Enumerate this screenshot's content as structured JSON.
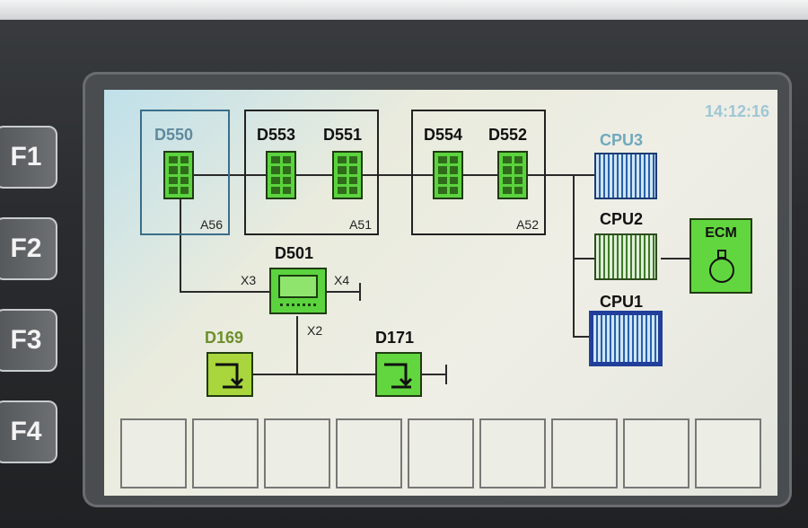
{
  "function_keys": [
    "F1",
    "F2",
    "F3",
    "F4"
  ],
  "screen": {
    "clock": "14:12:16",
    "groups": {
      "a56": {
        "tag": "A56",
        "modules": [
          "D550"
        ]
      },
      "a51": {
        "tag": "A51",
        "modules": [
          "D553",
          "D551"
        ]
      },
      "a52": {
        "tag": "A52",
        "modules": [
          "D554",
          "D552"
        ]
      }
    },
    "display_module": {
      "label": "D501",
      "ports": {
        "x3": "X3",
        "x4": "X4",
        "x2": "X2"
      }
    },
    "terminals": {
      "d169": "D169",
      "d171": "D171"
    },
    "cpus": {
      "cpu1": "CPU1",
      "cpu2": "CPU2",
      "cpu3": "CPU3"
    },
    "ecm": "ECM",
    "soft_keys": [
      "",
      "",
      "",
      "",
      "",
      "",
      "",
      "",
      ""
    ]
  },
  "colors": {
    "module_green": "#5bd33e",
    "cpu_blue": "#2a5fa8",
    "active_border": "#213f9a",
    "ecm_green": "#62d63f"
  }
}
